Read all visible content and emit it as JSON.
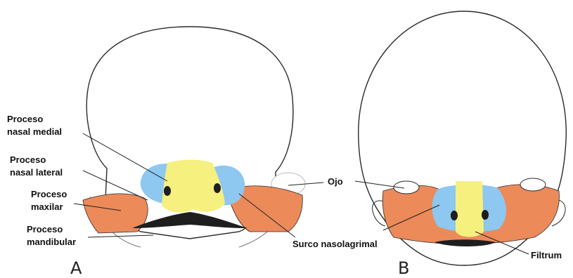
{
  "panels": {
    "a": "A",
    "b": "B"
  },
  "labels": {
    "proceso_nasal_medial": [
      "Proceso",
      "nasal medial"
    ],
    "proceso_nasal_lateral": [
      "Proceso",
      "nasal lateral"
    ],
    "proceso_maxilar": [
      "Proceso",
      "maxilar"
    ],
    "proceso_mandibular": [
      "Proceso",
      "mandibular"
    ],
    "ojo": "Ojo",
    "surco_nasolagrimal": "Surco nasolagrimal",
    "filtrum": "Filtrum"
  },
  "colors": {
    "nasal_medial": "#f6f07e",
    "nasal_lateral": "#8ec7ef",
    "maxilar": "#ec8a5a",
    "mouth": "#1e1e1e",
    "outline": "#2a2a2a"
  }
}
